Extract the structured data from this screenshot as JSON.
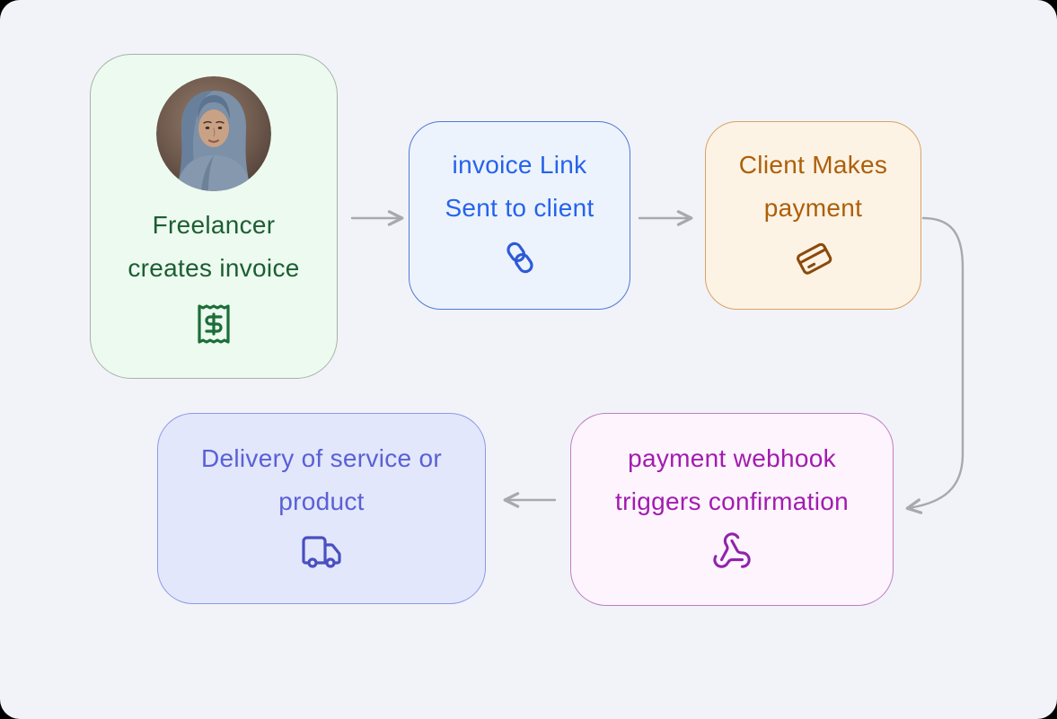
{
  "diagram": {
    "background_color": "#f2f3f8",
    "arrow_color": "#a6a9ae",
    "nodes": [
      {
        "id": "freelancer-creates-invoice",
        "label": "Freelancer creates invoice",
        "icon": "receipt-dollar-icon",
        "avatar_alt": "Portrait of a woman wearing a blue hijab",
        "colors": {
          "bg": "#edfaef",
          "border": "#a5b3a6",
          "text": "#1c5e33",
          "icon": "#1b6e38"
        }
      },
      {
        "id": "invoice-link-sent-to-client",
        "label": "invoice Link Sent to client",
        "icon": "link-icon",
        "colors": {
          "bg": "#edf3fd",
          "border": "#4d79d8",
          "text": "#2563eb",
          "icon": "#2d5bd7"
        }
      },
      {
        "id": "client-makes-payment",
        "label": "Client Makes payment",
        "icon": "credit-card-icon",
        "colors": {
          "bg": "#fcf3e4",
          "border": "#d8a266",
          "text": "#ad5f0a",
          "icon": "#8a4a0c"
        }
      },
      {
        "id": "payment-webhook-triggers-confirmation",
        "label": "payment webhook triggers confirmation",
        "icon": "webhook-icon",
        "colors": {
          "bg": "#fdf4fd",
          "border": "#bd7ec2",
          "text": "#a21caf",
          "icon": "#8e24aa"
        }
      },
      {
        "id": "delivery-of-service-or-product",
        "label": "Delivery of service or product",
        "icon": "delivery-truck-icon",
        "colors": {
          "bg": "#e2e7fb",
          "border": "#8d99e6",
          "text": "#5a60d6",
          "icon": "#4a4fc0"
        }
      }
    ],
    "arrows": [
      {
        "id": "arrow-freelancer-to-link",
        "from": "freelancer-creates-invoice",
        "to": "invoice-link-sent-to-client"
      },
      {
        "id": "arrow-link-to-payment",
        "from": "invoice-link-sent-to-client",
        "to": "client-makes-payment"
      },
      {
        "id": "arrow-payment-to-webhook",
        "from": "client-makes-payment",
        "to": "payment-webhook-triggers-confirmation"
      },
      {
        "id": "arrow-webhook-to-delivery",
        "from": "payment-webhook-triggers-confirmation",
        "to": "delivery-of-service-or-product"
      }
    ]
  }
}
